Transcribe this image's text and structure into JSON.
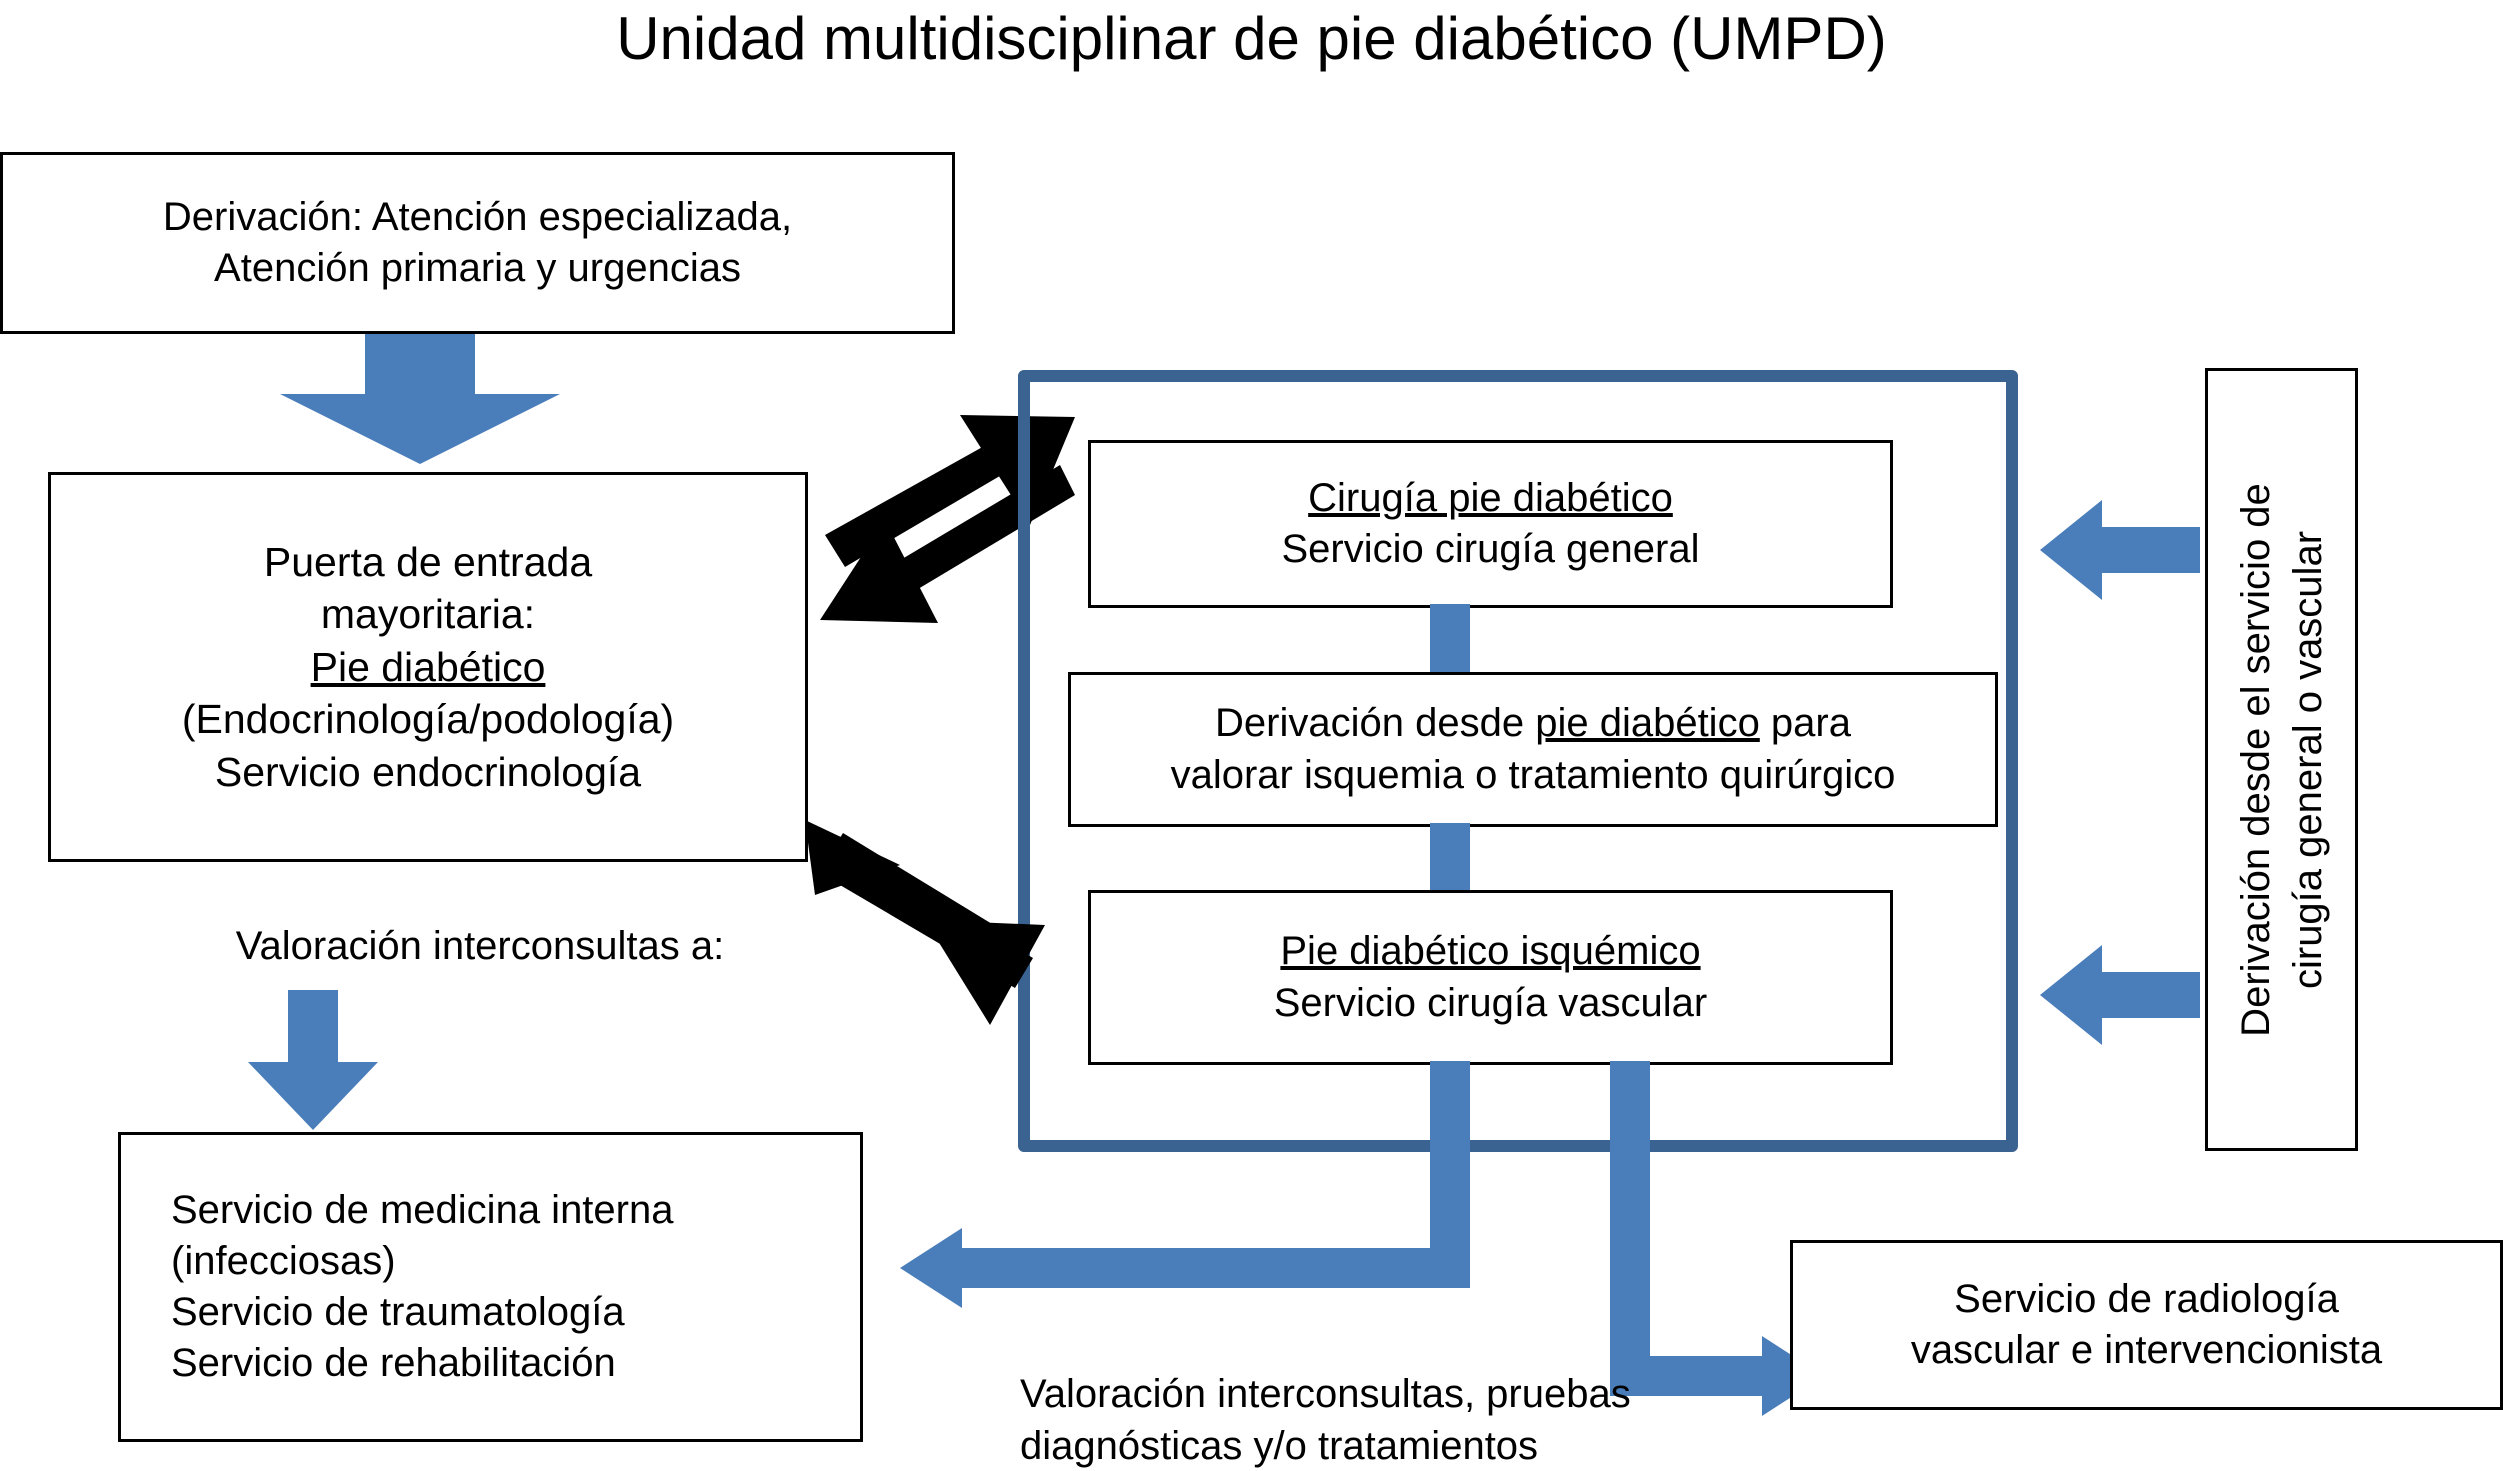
{
  "title": "Unidad multidisciplinar de pie diabético (UMPD)",
  "colors": {
    "accent_blue": "#4A7EBB",
    "container_blue": "#3A6391",
    "arrow_black": "#000000",
    "box_border": "#000000",
    "background": "#FFFFFF"
  },
  "boxes": {
    "derivacion": {
      "line1": "Derivación: Atención especializada,",
      "line2": "Atención primaria y urgencias"
    },
    "puerta_entrada": {
      "line1": "Puerta de entrada",
      "line2": "mayoritaria:",
      "line3_underlined": "Pie diabético",
      "line4": "(Endocrinología/podología)",
      "line5": "Servicio endocrinología"
    },
    "interconsultas_servicios": {
      "line1": "Servicio de medicina interna",
      "line2": "(infecciosas)",
      "line3": "Servicio de traumatología",
      "line4": "Servicio de rehabilitación"
    },
    "radiologia": {
      "line1": "Servicio de radiología",
      "line2": "vascular e intervencionista"
    },
    "derivacion_servicio_vertical": {
      "line1": "Derivación desde el servicio de",
      "line2": "cirugía general o vascular"
    },
    "cirugia_pie_diabetico": {
      "line1_underlined": "Cirugía pie diabético",
      "line2": "Servicio cirugía general"
    },
    "derivacion_pie_diabetico": {
      "line1_pre": "Derivación desde ",
      "line1_underlined": "pie diabético",
      "line1_post": " para",
      "line2": "valorar isquemia o tratamiento quirúrgico"
    },
    "pie_diabetico_isquemico": {
      "line1_underlined": "Pie diabético isquémico",
      "line2": "Servicio cirugía vascular"
    }
  },
  "labels": {
    "valoracion_interconsultas_a": "Valoración interconsultas a:",
    "valoracion_interconsultas_pruebas_l1": "Valoración interconsultas, pruebas",
    "valoracion_interconsultas_pruebas_l2": "diagnósticas y/o tratamientos"
  },
  "icons": {
    "arrow_down_large": "arrow-down-icon",
    "arrow_down_small": "arrow-down-icon",
    "arrow_left_upper": "arrow-left-icon",
    "arrow_left_lower": "arrow-left-icon",
    "arrow_left_long": "arrow-left-icon",
    "arrow_right_radiology": "arrow-right-icon",
    "double_arrow_top": "double-arrow-icon",
    "double_arrow_bottom": "double-arrow-icon"
  }
}
